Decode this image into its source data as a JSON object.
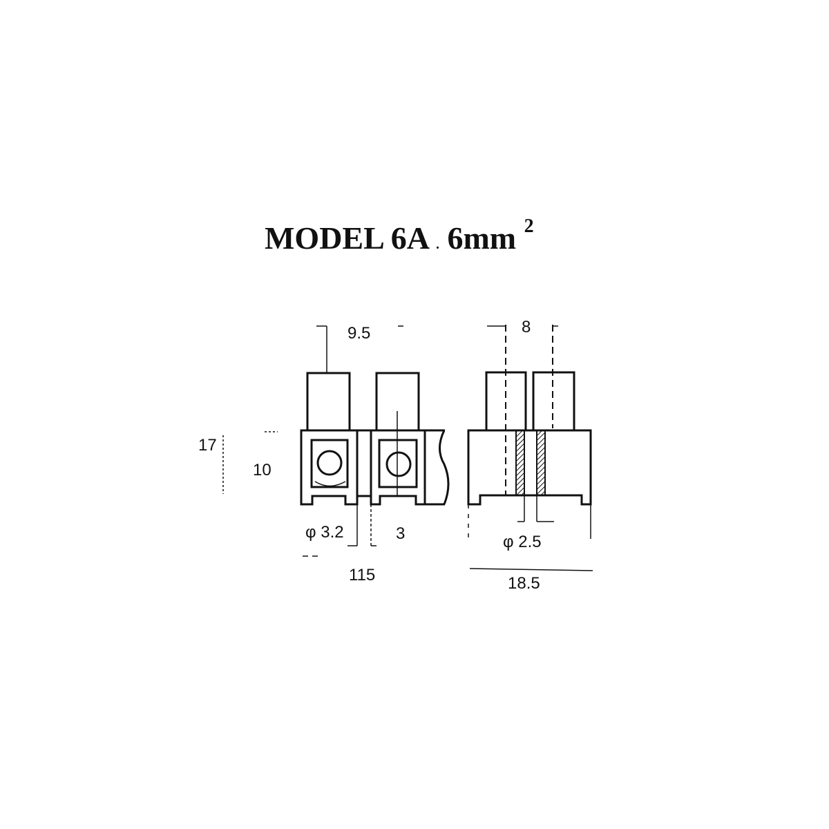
{
  "title": {
    "model": "MODEL 6A",
    "separator": ".",
    "size": "6mm",
    "superscript": "2"
  },
  "front_view": {
    "dimensions": {
      "pitch": "9.5",
      "height": "17",
      "body_height": "10",
      "hole_diameter": "φ 3.2",
      "gap": "3",
      "length": "115"
    }
  },
  "side_view": {
    "dimensions": {
      "screw_spacing": "8",
      "pin_diameter": "φ 2.5",
      "width": "18.5"
    }
  }
}
